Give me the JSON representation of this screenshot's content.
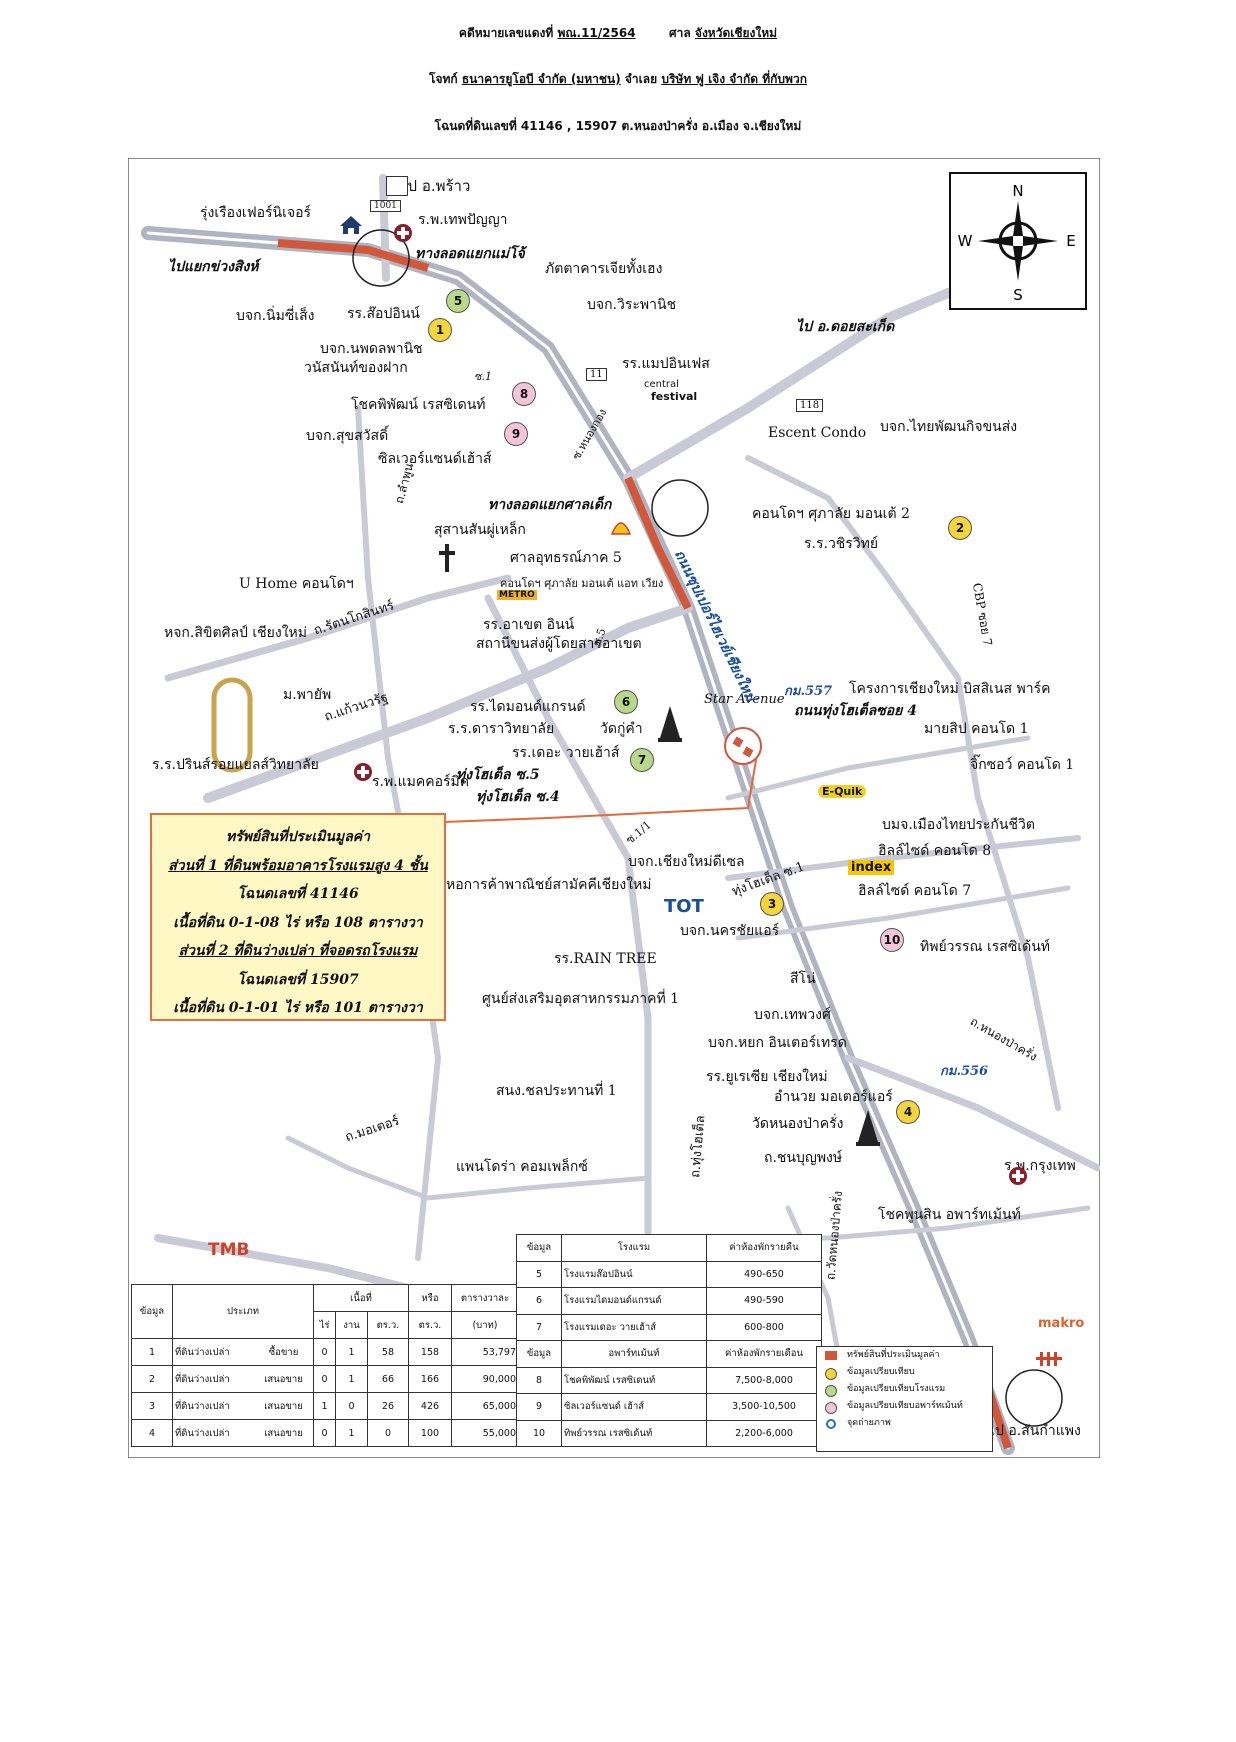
{
  "header": {
    "line1_a": "คดีหมายเลขแดงที่",
    "case_no": "พณ.11/2564",
    "line1_b": "ศาล",
    "court": "จังหวัดเชียงใหม่",
    "line2_a": "โจทก์",
    "plaintiff": "ธนาคารยูโอบี จำกัด (มหาชน)",
    "line2_b": "จำเลย",
    "defendant": "บริษัท ฟู เจิง จำกัด ที่กับพวก",
    "line3": "โฉนดที่ดินเลขที่ 41146 , 15907 ต.หนองป่าครั่ง อ.เมือง จ.เชียงใหม่"
  },
  "compass": {
    "n": "N",
    "s": "S",
    "e": "E",
    "w": "W"
  },
  "colors": {
    "road": "#c8cbd6",
    "highway": "#b0b4c2",
    "subject": "#d0573a",
    "callout_bg": "#fff8c4",
    "callout_border": "#e07040",
    "route_blue": "#1a4fa0"
  },
  "map_labels": {
    "to_phrao": "ไป อ.พร้าว",
    "route_1001": "1001",
    "rungrueang": "รุ่งเรืองเฟอร์นิเจอร์",
    "thepthanya": "ร.พ.เทพปัญญา",
    "to_chuangsing": "ไปแยกข่วงสิงห์",
    "maejo_bridge": "ทางลอดแยกแม่โจ้",
    "kitti": "ภัตตาคารเจียทั้งเฮง",
    "nimsiseng": "บจก.นิ่มซี่เส็ง",
    "sukpornnan": "รร.ส๊อปอินน์",
    "wira": "บจก.วิระพานิช",
    "to_saket": "ไป อ.ดอยสะเก็ด",
    "nopphadon": "บจก.นพดลพานิช",
    "wanasanan": "วนัสนันท์ของฝาก",
    "soi1": "ซ.1",
    "mae_ping_inn": "รร.แมปอินเฟส",
    "route_11": "11",
    "central": "central",
    "festival": "festival",
    "chotiphat": "โชคพิพัฒน์ เรสซิเดนท์",
    "route_118": "118",
    "escent": "Escent Condo",
    "thai_phatthana": "บจก.ไทยพัฒนกิจขนส่ง",
    "suksawat": "บจก.สุขสวัสดิ์",
    "silver_sand": "ซิลเวอร์แซนด์เฮ้าส์",
    "nong_kong": "ซ.หนองกอง",
    "sanlek_bridge": "ทางลอดแยกศาลเด็ก",
    "condo_suphalai": "คอนโดฯ ศุภาลัย มอนเต้ 2",
    "watcharawit": "ร.ร.วชิรวิทย์",
    "cemetery": "สุสานสันผู่เหล็ก",
    "court_region5": "ศาลอุทธรณ์ภาค 5",
    "u_home": "U Home คอนโดฯ",
    "condo_monte_wiang": "คอนโดฯ ศุภาลัย มอนเต้ แอท เวียง",
    "metro": "METRO",
    "arcade_inn": "รร.อาเขต อินน์",
    "cbp_soi7": "CBP ซอย 7",
    "siriwit": "หจก.สิขิตศิลป์ เชียงใหม่",
    "rattana_kosin": "ถ.รัตนโกสินทร์",
    "arcade_terminal": "สถานีขนส่งผู้โดยสารอาเขต",
    "mor_phayap": "ม.พายัพ",
    "kaew_nawarat": "ถ.แก้วนวรัฐ",
    "diamond_grand": "รร.ไดมอนด์แกรนด์",
    "star_avenue": "Star Avenue",
    "km557": "กม.557",
    "nonthawet": "โครงการเชียงใหม่ บิสสิเนส พาร์ค",
    "thung_hotel_soi4": "ถนนทุ่งโฮเต็ลซอย 4",
    "dara_wittaya": "ร.ร.ดาราวิทยาลัย",
    "wat_ket": "วัดกู่คำ",
    "the_way": "รร.เดอะ วายเฮ้าส์",
    "mai_sip": "มายสิป คอนโด 1",
    "prince_royal": "ร.ร.ปรินส์รอยแยลส์วิทยาลัย",
    "mccormick": "ร.พ.แมคคอร์มิค",
    "thung_hotel_soi5": "ทุ่งโฮเต็ล ซ.5",
    "thung_hotel_soi4b": "ทุ่งโฮเต็ล ซ.4",
    "jicks_condo": "จิ๊กซอว์ คอนโด 1",
    "equik": "E-Quik",
    "mueang_thai": "บมจ.เมืองไทยประกันชีวิต",
    "chiangmai_diesel": "บจก.เชียงใหม่ดีเซล",
    "hillside8": "ฮิลล์ไซด์ คอนโด 8",
    "index": "index",
    "hillside7": "ฮิลล์ไซด์ คอนโด 7",
    "thung_hotel_soi1": "ทุ่งโฮเต็ล ซ.1",
    "chamber": "หอการค้าพาณิชย์สามัคคีเชียงใหม่",
    "tot": "TOT",
    "nakhonchai": "บจก.นครชัยแอร์",
    "thip_wan": "ทิพย์วรรณ เรสซิเด้นท์",
    "rain_tree": "รร.RAIN TREE",
    "sino": "สีโน่",
    "industrial_promo": "ศูนย์ส่งเสริมอุตสาหกรรมภาคที่ 1",
    "thepwong": "บจก.เทพวงศ์",
    "intertrade": "บจก.หยก อินเตอร์เทรด",
    "km556": "กม.556",
    "nong_pa_khrang_rd": "ถ.หนองป่าครั่ง",
    "irrigation": "สนง.ชลประทานที่ 1",
    "peninsula": "รร.ยูเรเซีย เชียงใหม่",
    "amnuay": "อำนวย มอเตอร์แอร์",
    "mor_rd": "ถ.มอเตอร์",
    "wat_nong_pa_khrang": "วัดหนองป่าครั่ง",
    "chaiyaphum": "ถ.ชนบุญพงษ์",
    "bangkok_hosp": "ร.พ.กรุงเทพ",
    "panora": "แพนโดร่า คอมเพล็กซ์",
    "thung_hotel_rd": "ถ.ทุ่งโฮเต็ล",
    "chokphunsin": "โชคพูนสิน อพาร์ทเม้นท์",
    "wat_nong_rd": "ถ.วัดหนองป่าครั่ง",
    "tmb": "TMB",
    "makro": "makro",
    "to_sankamphaeng": "ไป อ.สันกำแพง",
    "superhighway": "ถนนซุปเปอร์ไฮเวย์เชียงใหม่",
    "soi_1_1": "ซ.1/1",
    "s_lawa": "ถ.ลำพูน",
    "soi5": "ซ.5"
  },
  "callout": {
    "title": "ทรัพย์สินที่ประเมินมูลค่า",
    "part1": "ส่วนที่ 1 ที่ดินพร้อมอาคารโรงแรมสูง 4 ชั้น",
    "deed1": "โฉนดเลขที่ 41146",
    "area1": "เนื้อที่ดิน 0-1-08 ไร่ หรือ 108 ตารางวา",
    "part2": "ส่วนที่ 2 ที่ดินว่างเปล่า ที่จอดรถโรงแรม",
    "deed2": "โฉนดเลขที่ 15907",
    "area2": "เนื้อที่ดิน 0-1-01 ไร่ หรือ 101 ตารางวา"
  },
  "land_table": {
    "headers": [
      "ข้อมูล",
      "ประเภท",
      "เนื้อที่",
      "หรือ",
      "ตารางวาละ"
    ],
    "subheaders": [
      "ไร่",
      "งาน",
      "ตร.ว.",
      "ตร.ว.",
      "(บาท)"
    ],
    "rows": [
      [
        "1",
        "ที่ดินว่างเปล่า",
        "ซื้อขาย",
        "0",
        "1",
        "58",
        "158",
        "53,797"
      ],
      [
        "2",
        "ที่ดินว่างเปล่า",
        "เสนอขาย",
        "0",
        "1",
        "66",
        "166",
        "90,000"
      ],
      [
        "3",
        "ที่ดินว่างเปล่า",
        "เสนอขาย",
        "1",
        "0",
        "26",
        "426",
        "65,000"
      ],
      [
        "4",
        "ที่ดินว่างเปล่า",
        "เสนอขาย",
        "0",
        "1",
        "0",
        "100",
        "55,000"
      ]
    ]
  },
  "hotel_table": {
    "headers1": [
      "ข้อมูล",
      "โรงแรม",
      "ค่าห้องพักรายคืน"
    ],
    "rows1": [
      [
        "5",
        "โรงแรมส๊อปอินน์",
        "490-650"
      ],
      [
        "6",
        "โรงแรมไดมอนด์แกรนด์",
        "490-590"
      ],
      [
        "7",
        "โรงแรมเดอะ วายเฮ้าส์",
        "600-800"
      ]
    ],
    "headers2": [
      "ข้อมูล",
      "อพาร์ทเม้นท์",
      "ค่าห้องพักรายเดือน"
    ],
    "rows2": [
      [
        "8",
        "โชคพิพัฒน์ เรสซิเดนท์",
        "7,500-8,000"
      ],
      [
        "9",
        "ซิลเวอร์แซนด์ เฮ้าส์",
        "3,500-10,500"
      ],
      [
        "10",
        "ทิพย์วรรณ เรสซิเด้นท์",
        "2,200-6,000"
      ]
    ]
  },
  "legend": [
    {
      "label": "ทรัพย์สินที่ประเมินมูลค่า",
      "color": "#d0573a"
    },
    {
      "label": "ข้อมูลเปรียบเทียบ",
      "color": "#f4d63c"
    },
    {
      "label": "ข้อมูลเปรียบเทียบโรงแรม",
      "color": "#b8d98c"
    },
    {
      "label": "ข้อมูลเปรียบเทียบอพาร์ทเม้นท์",
      "color": "#f3c6d7"
    },
    {
      "label": "จุดถ่ายภาพ",
      "color": "#2a6fb8"
    }
  ],
  "markers": {
    "m1": "1",
    "m2": "2",
    "m3": "3",
    "m4": "4",
    "m5": "5",
    "m6": "6",
    "m7": "7",
    "m8": "8",
    "m9": "9",
    "m10": "10"
  }
}
